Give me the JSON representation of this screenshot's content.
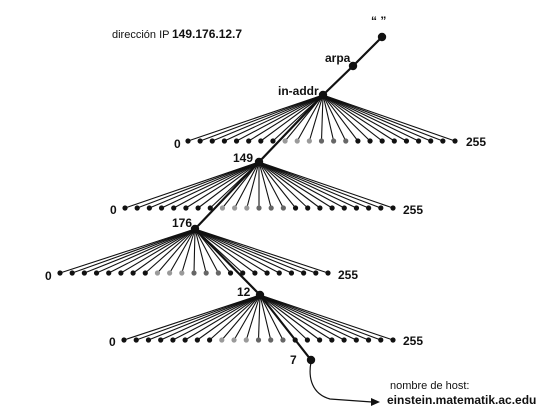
{
  "header": {
    "ip_label": "dirección IP",
    "ip_value": "149.176.12.7"
  },
  "tree": {
    "root_label": "“ ”",
    "arpa_label": "arpa",
    "inaddr_label": "in-addr",
    "levels": [
      {
        "value_label": "149",
        "min_label": "0",
        "max_label": "255"
      },
      {
        "value_label": "176",
        "min_label": "0",
        "max_label": "255"
      },
      {
        "value_label": "12",
        "min_label": "0",
        "max_label": "255"
      },
      {
        "value_label": "7",
        "min_label": "0",
        "max_label": "255"
      }
    ]
  },
  "footer": {
    "host_caption": "nombre de host:",
    "host_name": "einstein.matematik.ac.edu"
  },
  "colors": {
    "line": "#111111",
    "leaf_dark": "#111111",
    "leaf_mid": "#666666",
    "leaf_light": "#9a9a9a"
  }
}
